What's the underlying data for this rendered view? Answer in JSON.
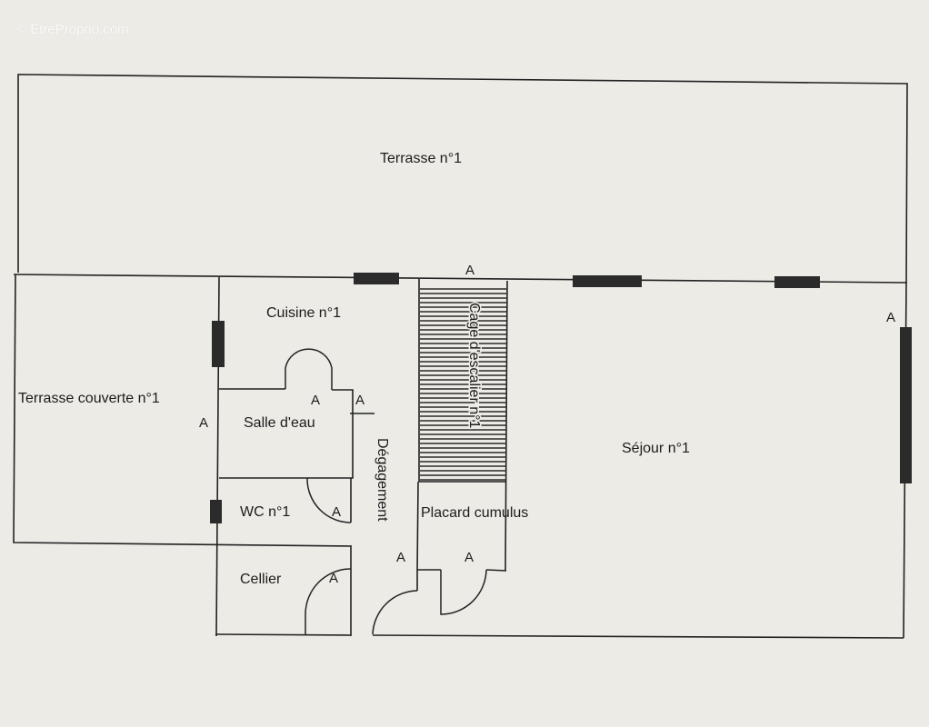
{
  "watermark": "© EtreProprio.com",
  "rooms": {
    "terrasse": "Terrasse n°1",
    "terrasse_couverte": "Terrasse couverte n°1",
    "cuisine": "Cuisine n°1",
    "cage_escalier": "Cage d'escalier n°1",
    "salle_eau": "Salle d'eau",
    "wc": "WC n°1",
    "cellier": "Cellier",
    "degagement": "Dégagement",
    "placard": "Placard cumulus",
    "sejour": "Séjour n°1"
  },
  "markers": {
    "stair_top": "A",
    "sejour_right": "A",
    "salle_eau_door": "A",
    "salle_eau_right": "A",
    "terrasse_couverte": "A",
    "wc_door": "A",
    "cellier_door": "A",
    "degagement_door": "A",
    "placard_door": "A"
  },
  "colors": {
    "background": "#ecebe6",
    "wall": "#222222",
    "window": "#2b2b2b"
  }
}
